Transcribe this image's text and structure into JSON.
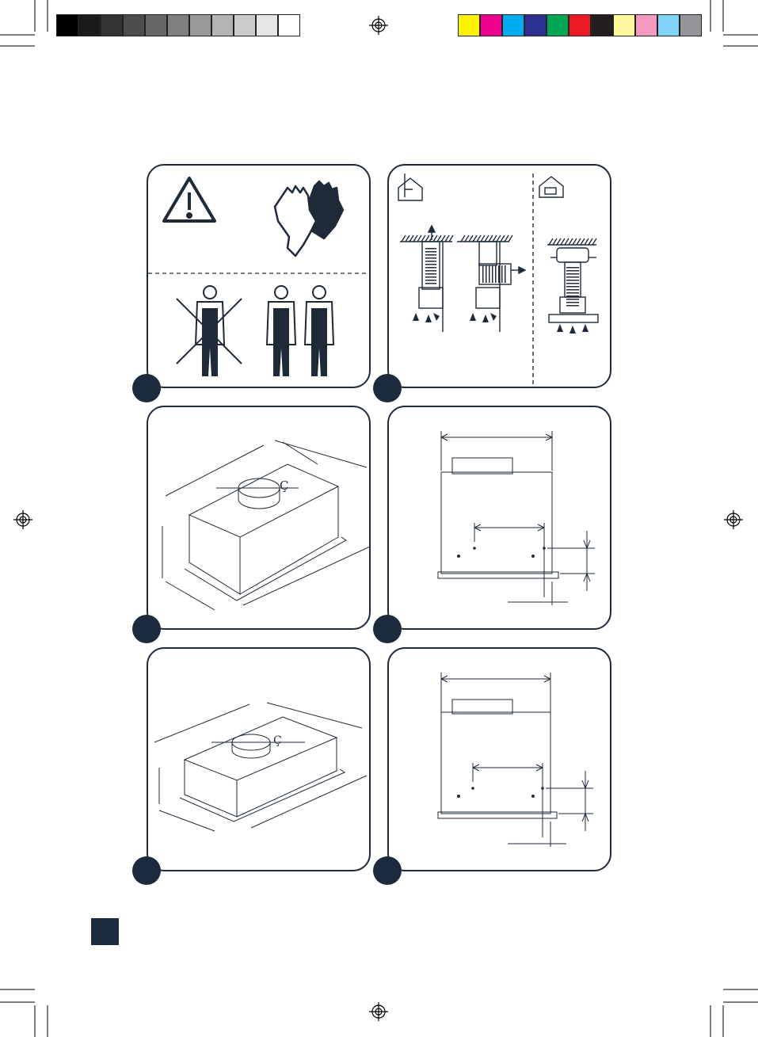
{
  "swatches": {
    "grays": [
      "#000000",
      "#1a1a1a",
      "#333333",
      "#4d4d4d",
      "#666666",
      "#808080",
      "#999999",
      "#b3b3b3",
      "#cccccc",
      "#e6e6e6",
      "#ffffff"
    ],
    "colors": [
      "#fff200",
      "#ec008c",
      "#00aeef",
      "#2e3192",
      "#00a651",
      "#ed1c24",
      "#231f20",
      "#fff799",
      "#f49ac1",
      "#7fd3f7",
      "#939598"
    ]
  },
  "colors": {
    "line": "#1f2a38",
    "badge": "#1b2a3d"
  },
  "panels": [
    {
      "id": "safety",
      "icons": [
        "warning-icon",
        "gloves-icon",
        "single-person-crossed-icon",
        "two-persons-icon"
      ]
    },
    {
      "id": "exhaust-modes",
      "icons": [
        "house-ducted-icon",
        "house-recirculation-icon"
      ]
    },
    {
      "id": "iso-large",
      "icons": [
        "hood-isometric-icon"
      ]
    },
    {
      "id": "front-large",
      "icons": [
        "hood-front-icon"
      ]
    },
    {
      "id": "iso-small",
      "icons": [
        "hood-isometric-icon"
      ]
    },
    {
      "id": "front-small",
      "icons": [
        "hood-front-icon"
      ]
    }
  ],
  "dimension_symbol": "Ç"
}
